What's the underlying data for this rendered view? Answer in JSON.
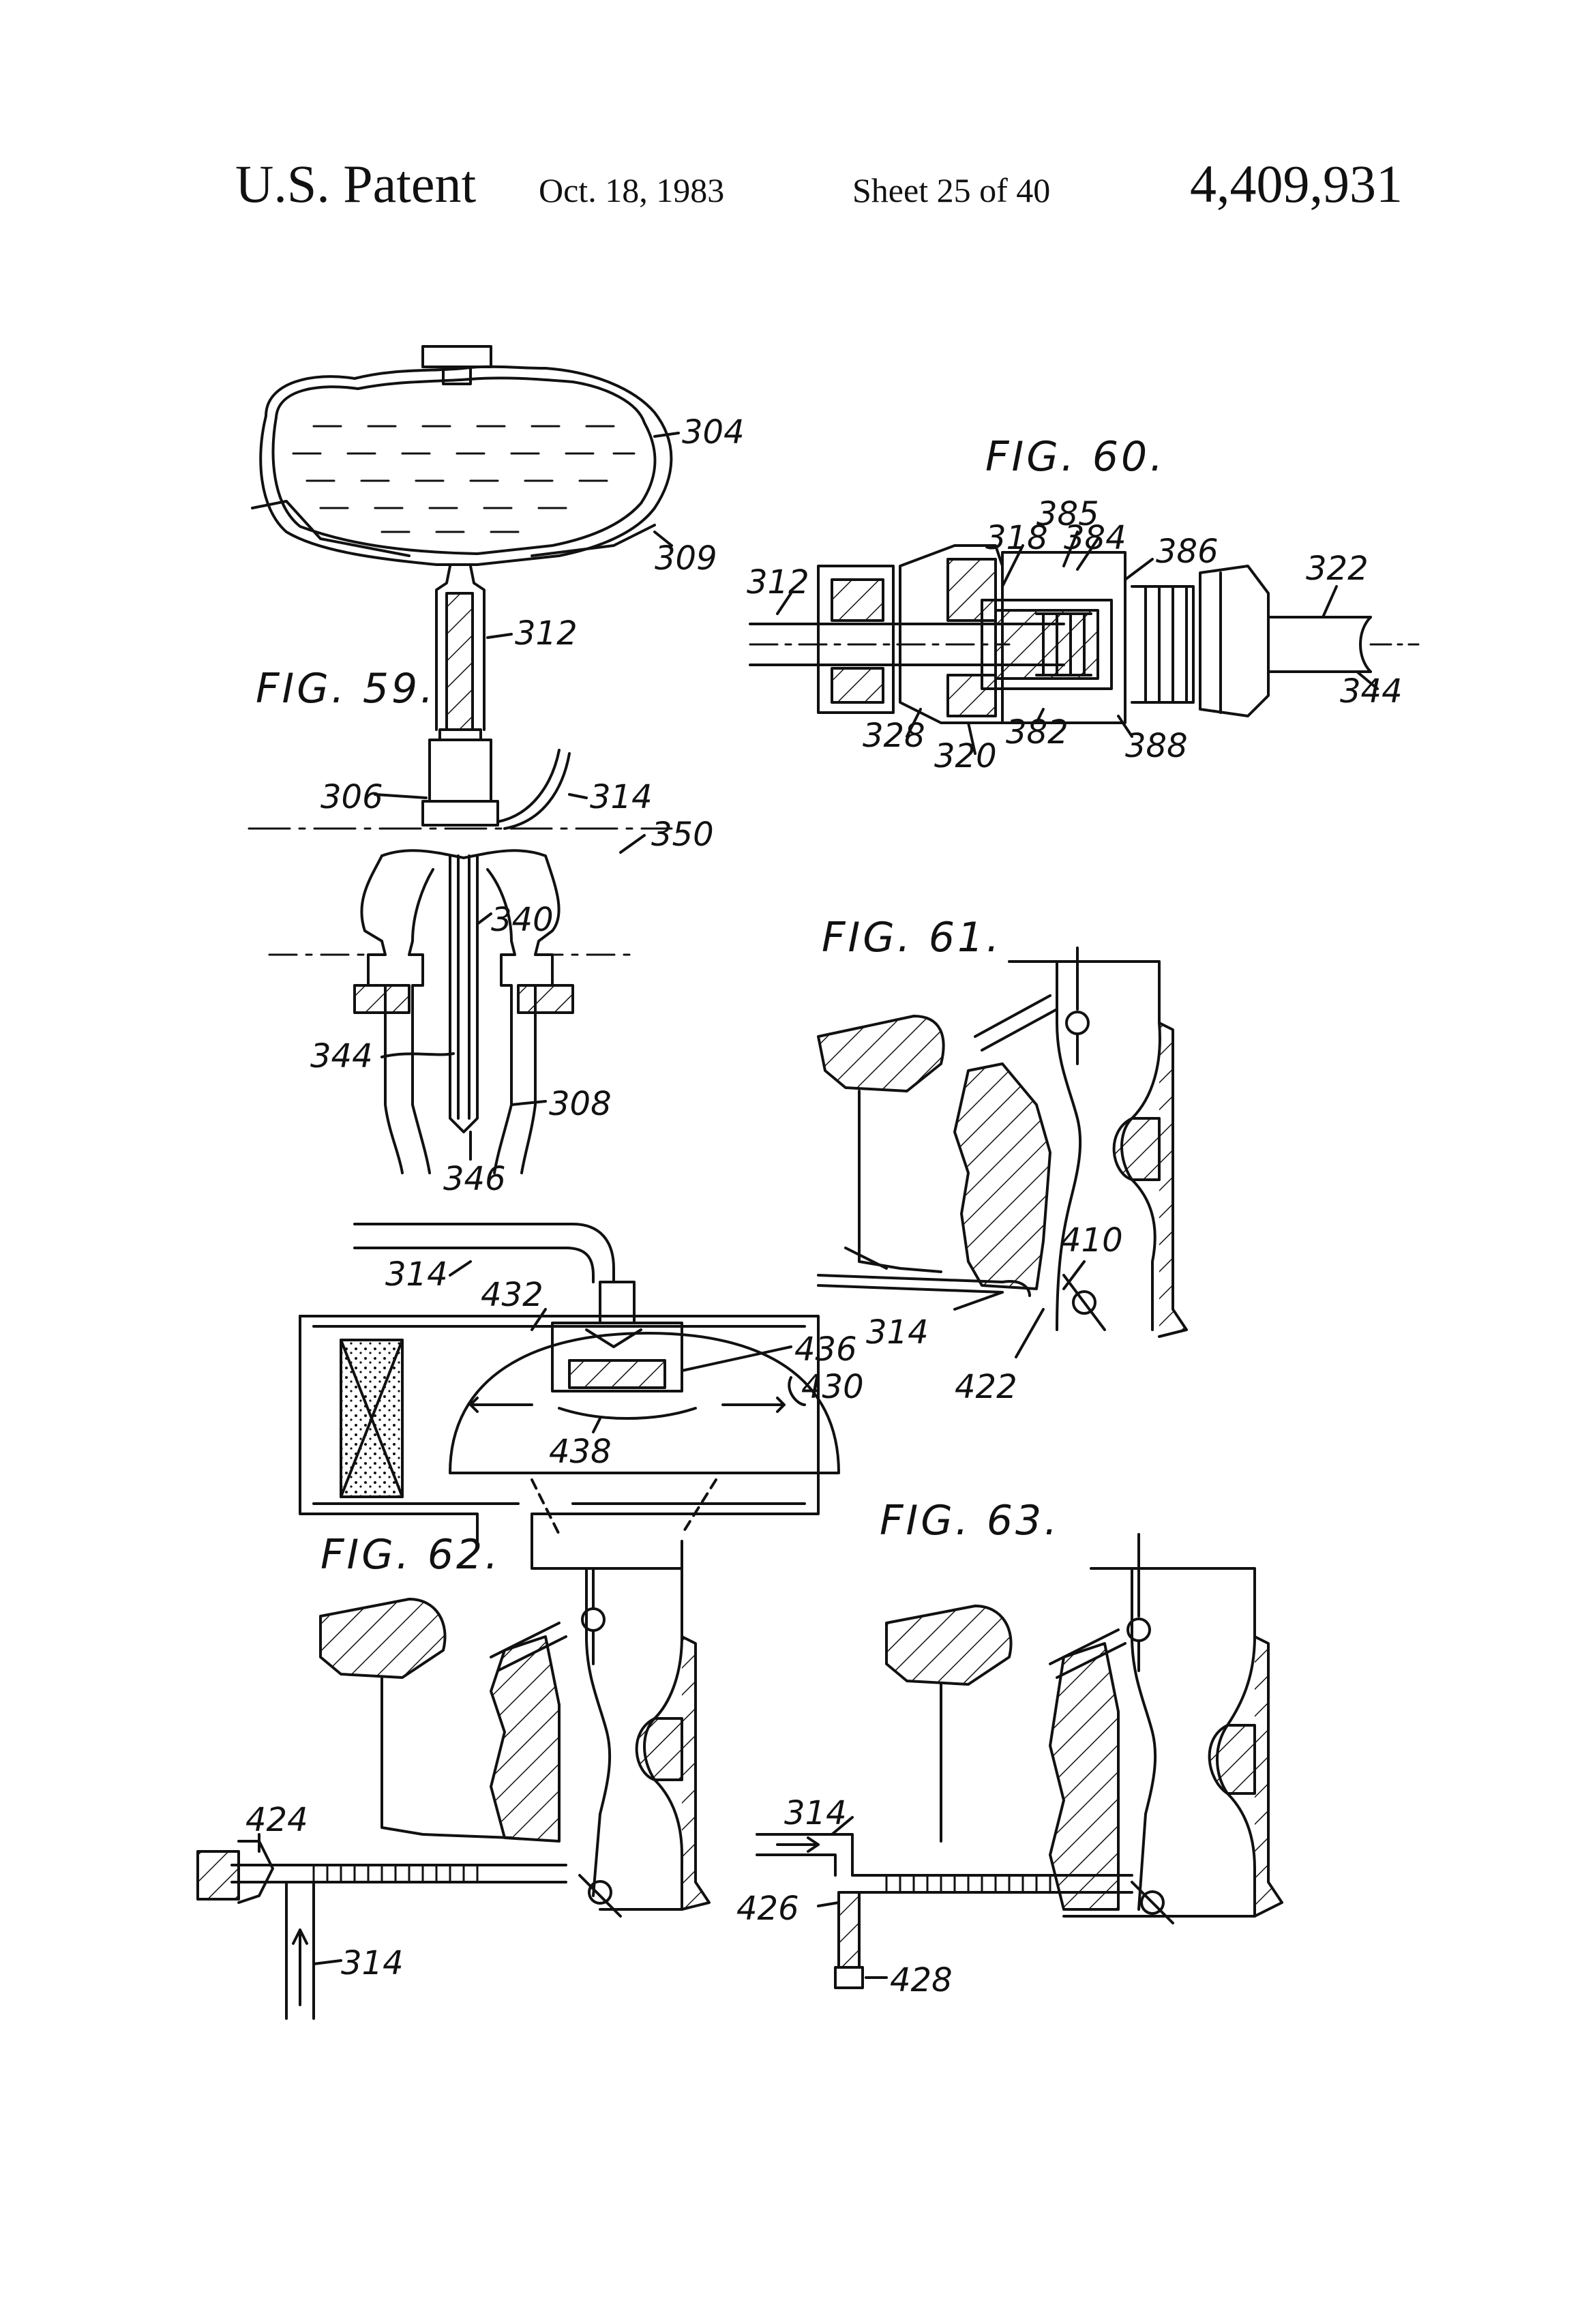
{
  "header": {
    "title": "U.S. Patent",
    "date": "Oct. 18, 1983",
    "sheet": "Sheet 25 of 40",
    "number": "4,409,931"
  },
  "figures": {
    "fig59": "FIG. 59.",
    "fig60": "FIG. 60.",
    "fig61": "FIG. 61.",
    "fig62": "FIG. 62.",
    "fig63": "FIG. 63."
  },
  "labels": {
    "r304": "304",
    "r309": "309",
    "r312a": "312",
    "r306": "306",
    "r314a": "314",
    "r350": "350",
    "r340": "340",
    "r344a": "344",
    "r308": "308",
    "r346": "346",
    "r385": "385",
    "r318": "318",
    "r384": "384",
    "r386": "386",
    "r322": "322",
    "r312b": "312",
    "r344b": "344",
    "r328": "328",
    "r320": "320",
    "r382": "382",
    "r388": "388",
    "r410": "410",
    "r314b": "314",
    "r422": "422",
    "r314c": "314",
    "r432": "432",
    "r436": "436",
    "r430": "430",
    "r438": "438",
    "r424": "424",
    "r314d": "314",
    "r314e": "314",
    "r426": "426",
    "r428": "428"
  }
}
